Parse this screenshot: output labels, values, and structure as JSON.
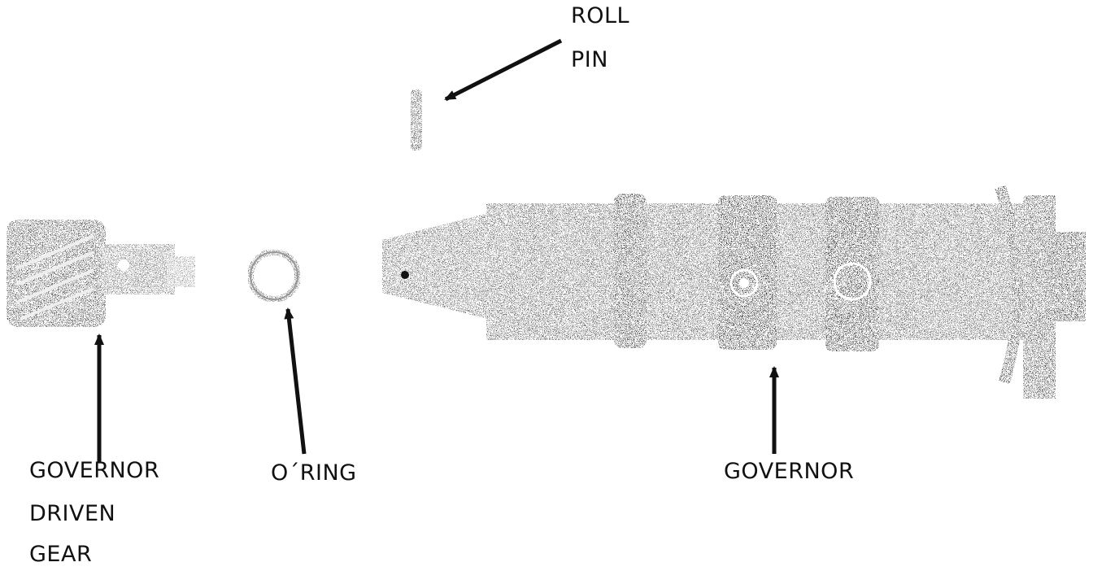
{
  "labels": {
    "roll_pin": [
      "ROLL",
      "PIN"
    ],
    "governor_driven_gear": [
      "GOVERNOR",
      "DRIVEN",
      "GEAR"
    ],
    "o_ring": "O´RING",
    "governor": "GOVERNOR"
  }
}
